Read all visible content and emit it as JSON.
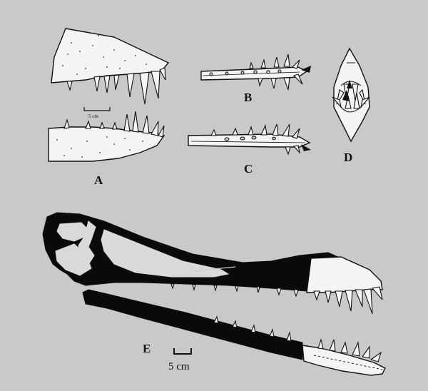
{
  "figure": {
    "background_color": "#c9c9c9",
    "panels": [
      {
        "id": "A",
        "label": "A",
        "scale_bar_label": "5 cm"
      },
      {
        "id": "B",
        "label": "B"
      },
      {
        "id": "C",
        "label": "C"
      },
      {
        "id": "D",
        "label": "D"
      },
      {
        "id": "E",
        "label": "E",
        "scale_bar_label": "5 cm"
      }
    ]
  }
}
